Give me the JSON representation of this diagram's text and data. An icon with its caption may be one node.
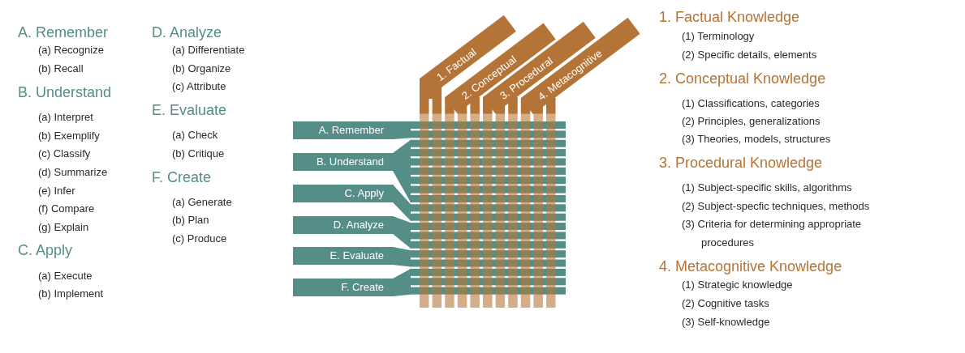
{
  "diagram": {
    "nodes": [
      {
        "text": [
          "A. Remember"
        ]
      },
      {
        "text": [
          "B. Understand"
        ]
      },
      {
        "text": [
          "C. Apply"
        ]
      },
      {
        "text": [
          "D. Analyze"
        ]
      },
      {
        "text": [
          "E. Evaluate"
        ]
      },
      {
        "text": [
          "F. Create"
        ]
      },
      {
        "text": [
          "1. Factual"
        ]
      },
      {
        "text": [
          "2. Conceptual"
        ]
      },
      {
        "text": [
          "3. Procedural"
        ]
      },
      {
        "text": [
          "4. Metacognitive"
        ]
      }
    ],
    "labels": [
      "A. Remember",
      "(a) Recognize",
      "(b) Recall",
      "B. Understand",
      "(a) Interpret",
      "(b) Exemplify",
      "(c) Classify",
      "(d) Summarize",
      "(e) Infer",
      "(f) Compare",
      "(g) Explain",
      "C. Apply",
      "(a) Execute",
      "(b) Implement",
      "D. Analyze",
      "(a) Differentiate",
      "(b) Organize",
      "(c) Attribute",
      "E. Evaluate",
      "(a) Check",
      "(b) Critique",
      "F. Create",
      "(a) Generate",
      "(b) Plan",
      "(c) Produce",
      "1. Factual Knowledge",
      "(1) Terminology",
      "(2) Specific details, elements",
      "2. Conceptual Knowledge",
      "(1) Classifications, categories",
      "(2) Principles, generalizations",
      "(3) Theories, models, structures",
      "3. Procedural Knowledge",
      "(1) Subject-specific skills, algorithms",
      "(2) Subject-specfic techniques, methods",
      "(3) Criteria for determining appropriate procedures",
      "4. Metacognitive Knowledge",
      "(1) Strategic knowledge",
      "(2) Cognitive tasks",
      "(3) Self-knowledge"
    ]
  }
}
